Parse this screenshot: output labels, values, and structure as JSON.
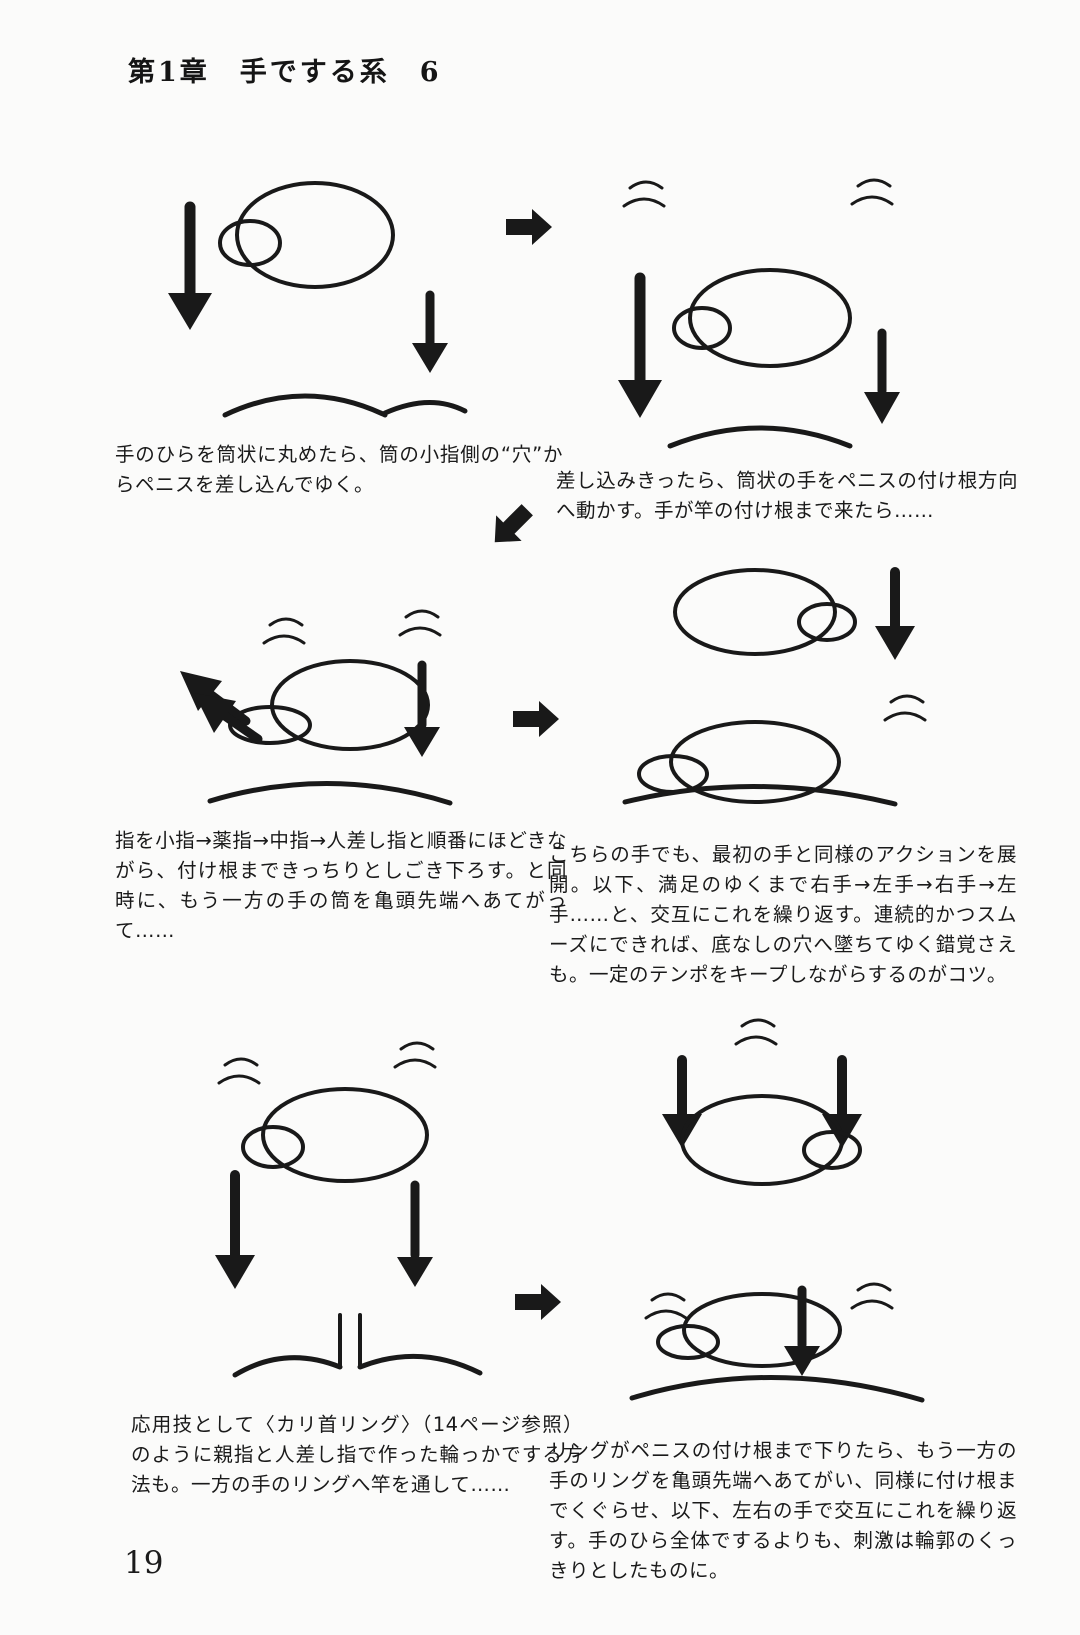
{
  "page": {
    "header": "第1章　手でする系　6",
    "page_number": "19"
  },
  "panels": [
    {
      "position": "top-left",
      "caption": "手のひらを筒状に丸めたら、筒の小指側の“穴”からペニスを差し込んでゆく。"
    },
    {
      "position": "top-right",
      "caption": "差し込みきったら、筒状の手をペニスの付け根方向へ動かす。手が竿の付け根まで来たら……"
    },
    {
      "position": "middle-left",
      "caption": "指を小指→薬指→中指→人差し指と順番にほどきながら、付け根まできっちりとしごき下ろす。と同時に、もう一方の手の筒を亀頭先端へあてがって……"
    },
    {
      "position": "middle-right",
      "caption": "こちらの手でも、最初の手と同様のアクションを展開。以下、満足のゆくまで右手→左手→右手→左手……と、交互にこれを繰り返す。連続的かつスムーズにできれば、底なしの穴へ墜ちてゆく錯覚さえも。一定のテンポをキープしながらするのがコツ。"
    },
    {
      "position": "bottom-left",
      "caption": "応用技として〈カリ首リング〉（14ページ参照）のように親指と人差し指で作った輪っかでする方法も。一方の手のリングへ竿を通して……"
    },
    {
      "position": "bottom-right",
      "caption": "リングがペニスの付け根まで下りたら、もう一方の手のリングを亀頭先端へあてがい、同様に付け根までくぐらせ、以下、左右の手で交互にこれを繰り返す。手のひら全体でするよりも、刺激は輪郭のくっきりとしたものに。"
    }
  ],
  "flow_arrows": [
    {
      "between": "panel-1-and-2",
      "direction": "right"
    },
    {
      "between": "row-1-and-2",
      "direction": "down-left"
    },
    {
      "between": "panel-3-and-4",
      "direction": "right"
    },
    {
      "between": "panel-5-and-6",
      "direction": "right"
    }
  ],
  "colors": {
    "paper": "#fbfbfa",
    "ink": "#1a1a1a"
  }
}
